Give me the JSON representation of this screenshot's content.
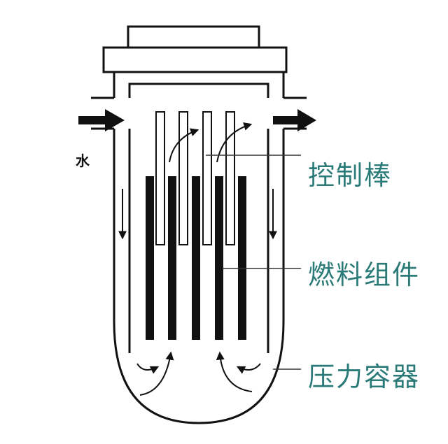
{
  "labels": {
    "water": "水",
    "control_rod": "控制棒",
    "fuel_assembly": "燃料组件",
    "pressure_vessel": "压力容器"
  },
  "colors": {
    "label_text": "#2a7a78",
    "structure": "#111111",
    "background": "#ffffff"
  },
  "components": {
    "fuel_rod_count": 5,
    "control_rod_count": 4
  }
}
